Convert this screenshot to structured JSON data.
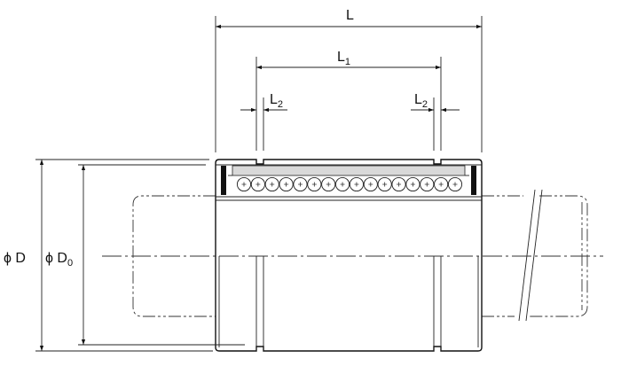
{
  "dimensions": {
    "L": {
      "main": "L",
      "sub": ""
    },
    "L1": {
      "main": "L",
      "sub": "1"
    },
    "L2_left": {
      "main": "L",
      "sub": "2"
    },
    "L2_right": {
      "main": "L",
      "sub": "2"
    },
    "D": {
      "main": "ϕ D",
      "sub": ""
    },
    "D0": {
      "main": "ϕ D",
      "sub": "0"
    }
  },
  "rolling_elements": {
    "ball_count": 16
  },
  "colors": {
    "line": "#111111",
    "retainer_fill": "#d9d9d9",
    "seal_fill": "#111111",
    "background": "#ffffff"
  }
}
